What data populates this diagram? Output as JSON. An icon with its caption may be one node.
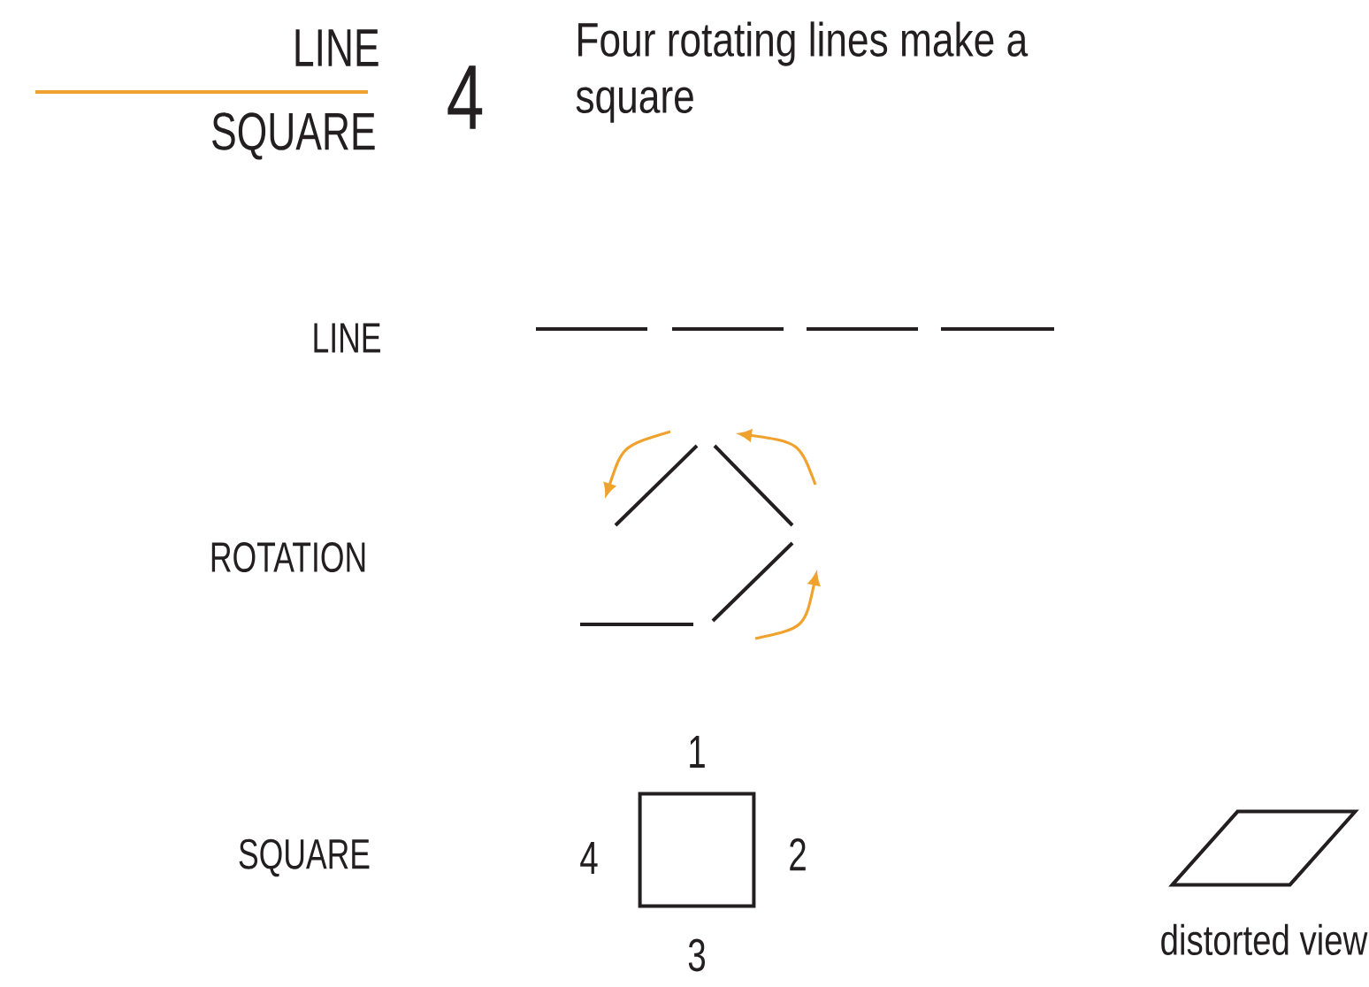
{
  "diagram": {
    "nodes": [
      {
        "text": [],
        "shape": "box"
      },
      {
        "text": [],
        "shape": "parallelogram",
        "beside": [
          "distorted view"
        ]
      }
    ],
    "labels": [
      "LINE",
      "SQUARE",
      "4",
      "Four rotating lines make a square",
      "LINE",
      "ROTATION",
      "1",
      "SQUARE",
      "4",
      "2",
      "3"
    ]
  }
}
